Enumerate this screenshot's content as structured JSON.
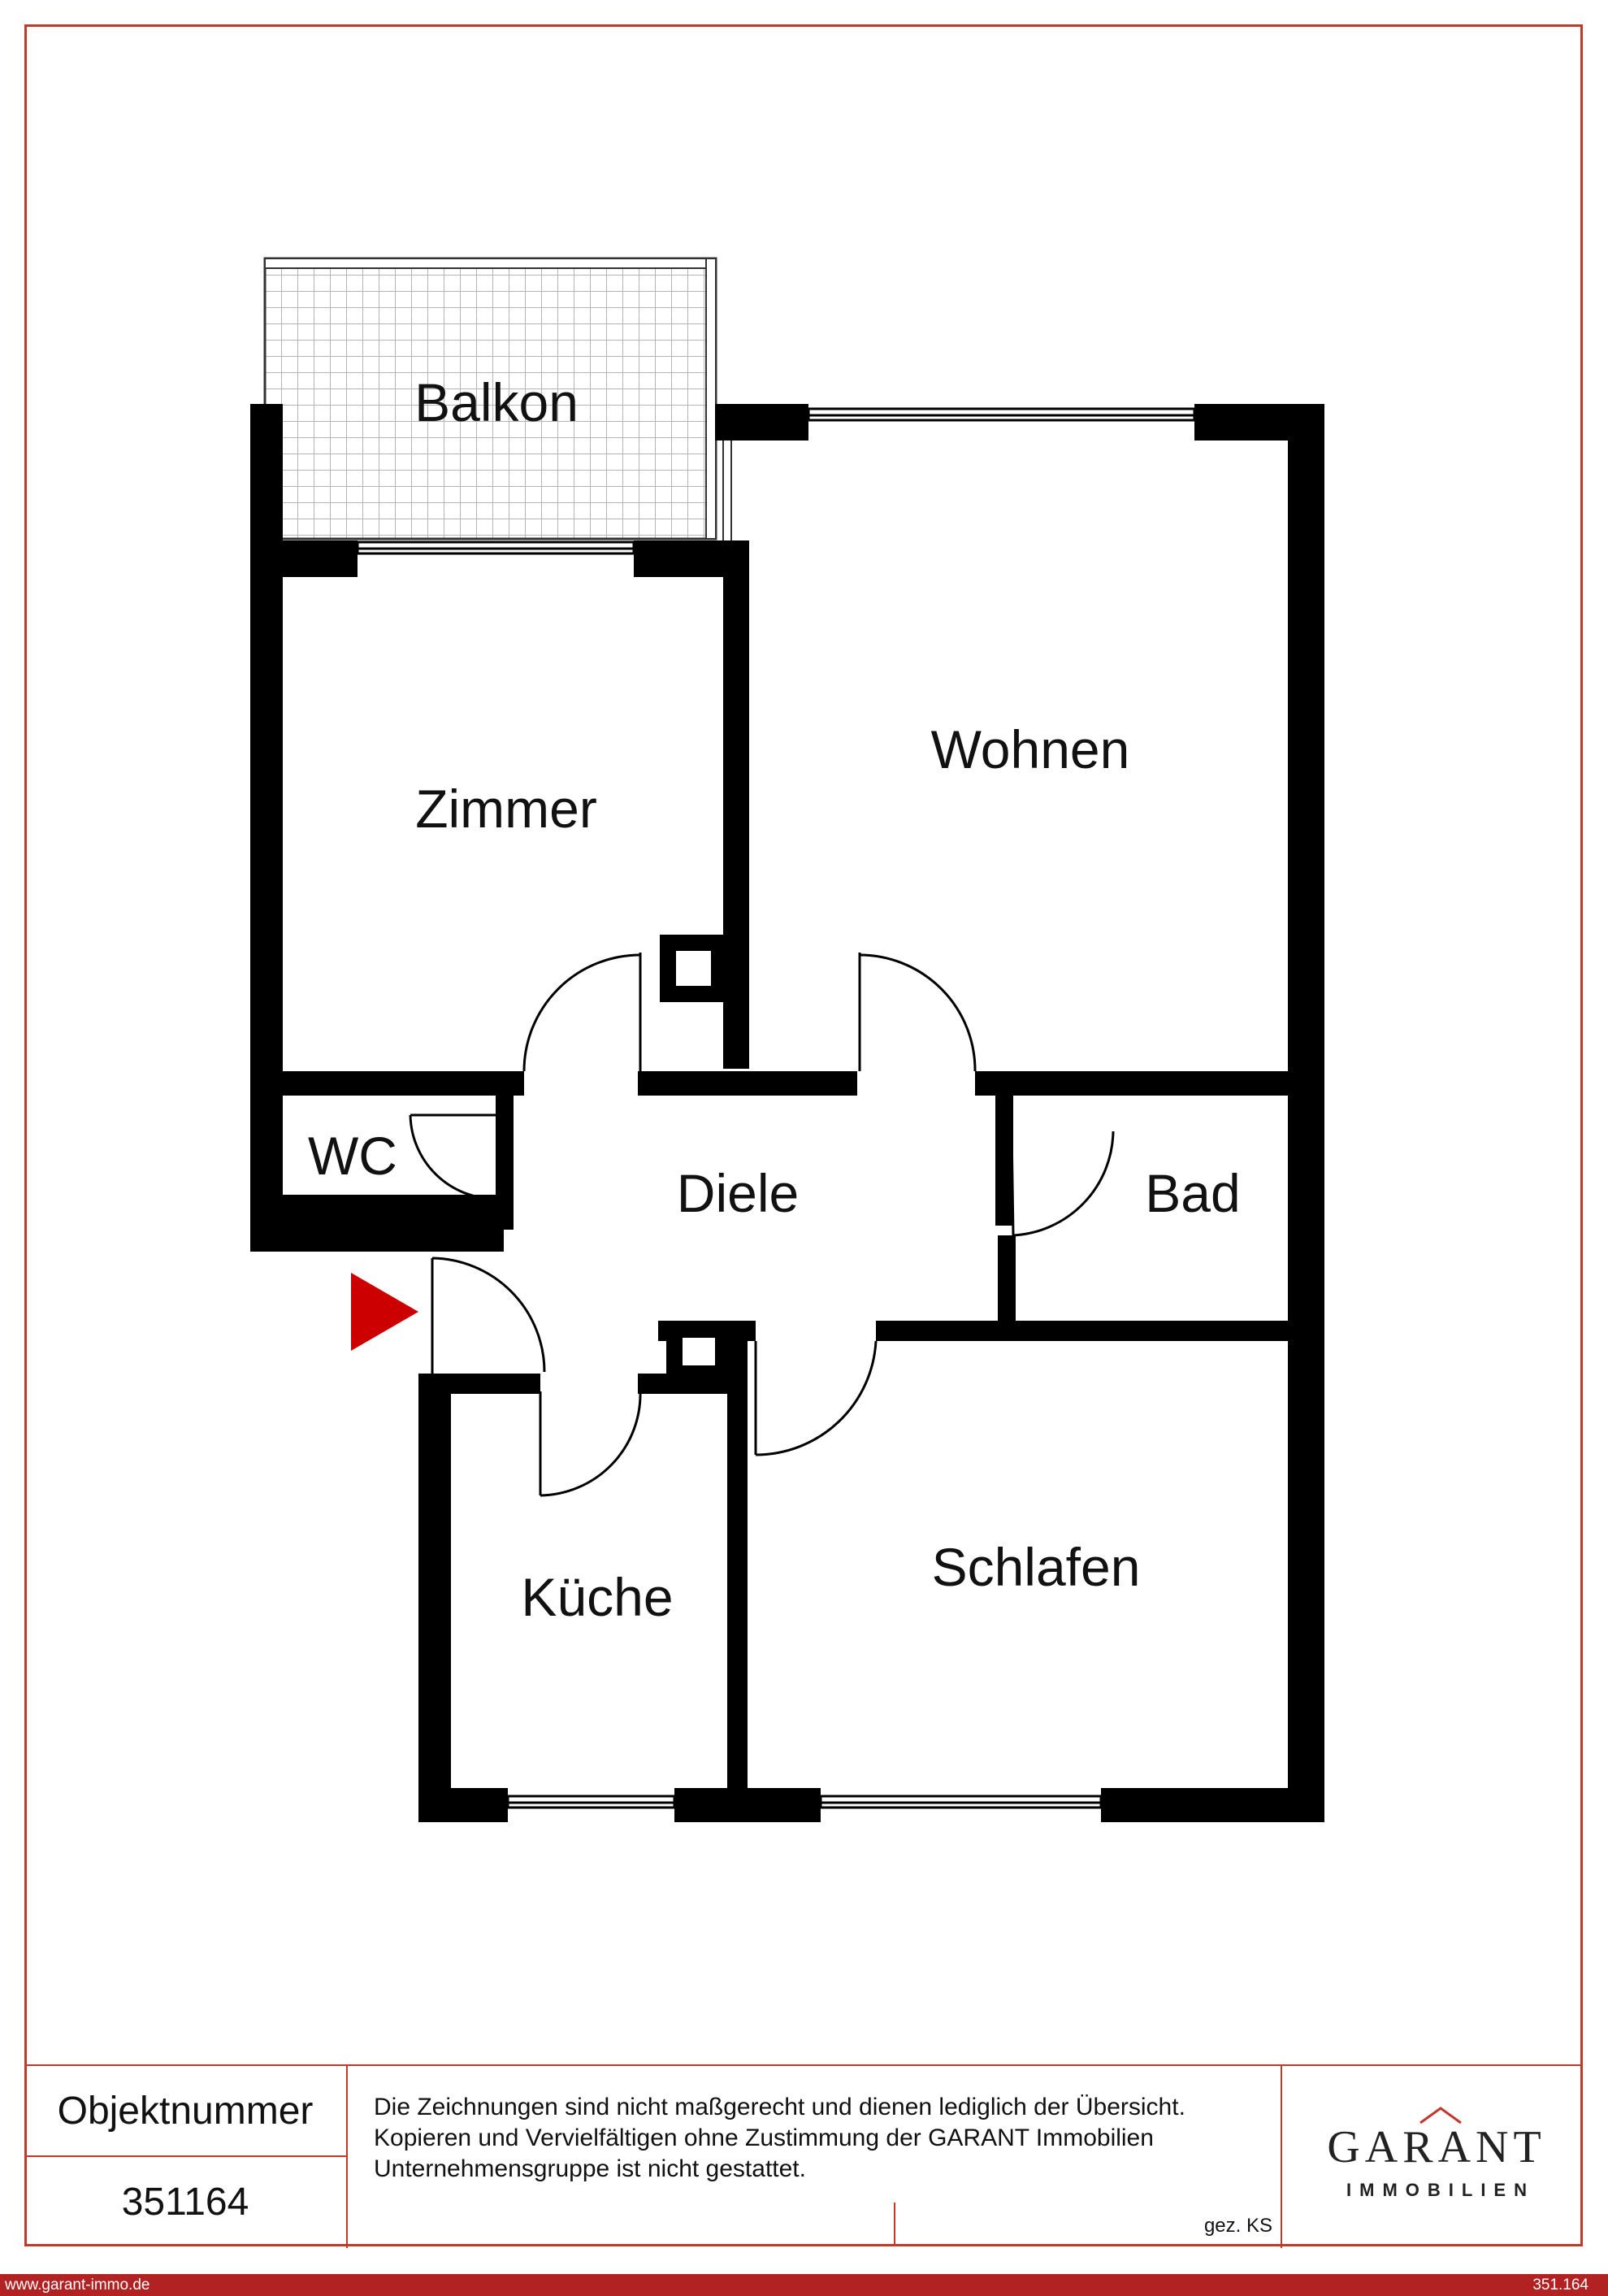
{
  "rooms": {
    "balkon": "Balkon",
    "zimmer": "Zimmer",
    "wohnen": "Wohnen",
    "wc": "WC",
    "diele": "Diele",
    "bad": "Bad",
    "kueche": "Küche",
    "schlafen": "Schlafen"
  },
  "title_block": {
    "object_label": "Objektnummer",
    "object_number": "351164",
    "note_lines": [
      "Die Zeichnungen sind nicht maßgerecht und dienen lediglich der Übersicht.",
      "Kopieren und Vervielfältigen ohne Zustimmung der GARANT Immobilien",
      "Unternehmensgruppe ist nicht gestattet."
    ],
    "signed": "gez. KS"
  },
  "logo": {
    "name": "GARANT",
    "subtitle": "IMMOBILIEN"
  },
  "footer": {
    "url": "www.garant-immo.de",
    "number": "351.164"
  },
  "colors": {
    "accent": "#c0392b",
    "footer_bar": "#b22222",
    "wall": "#000000",
    "entrance_arrow": "#cc0000"
  }
}
